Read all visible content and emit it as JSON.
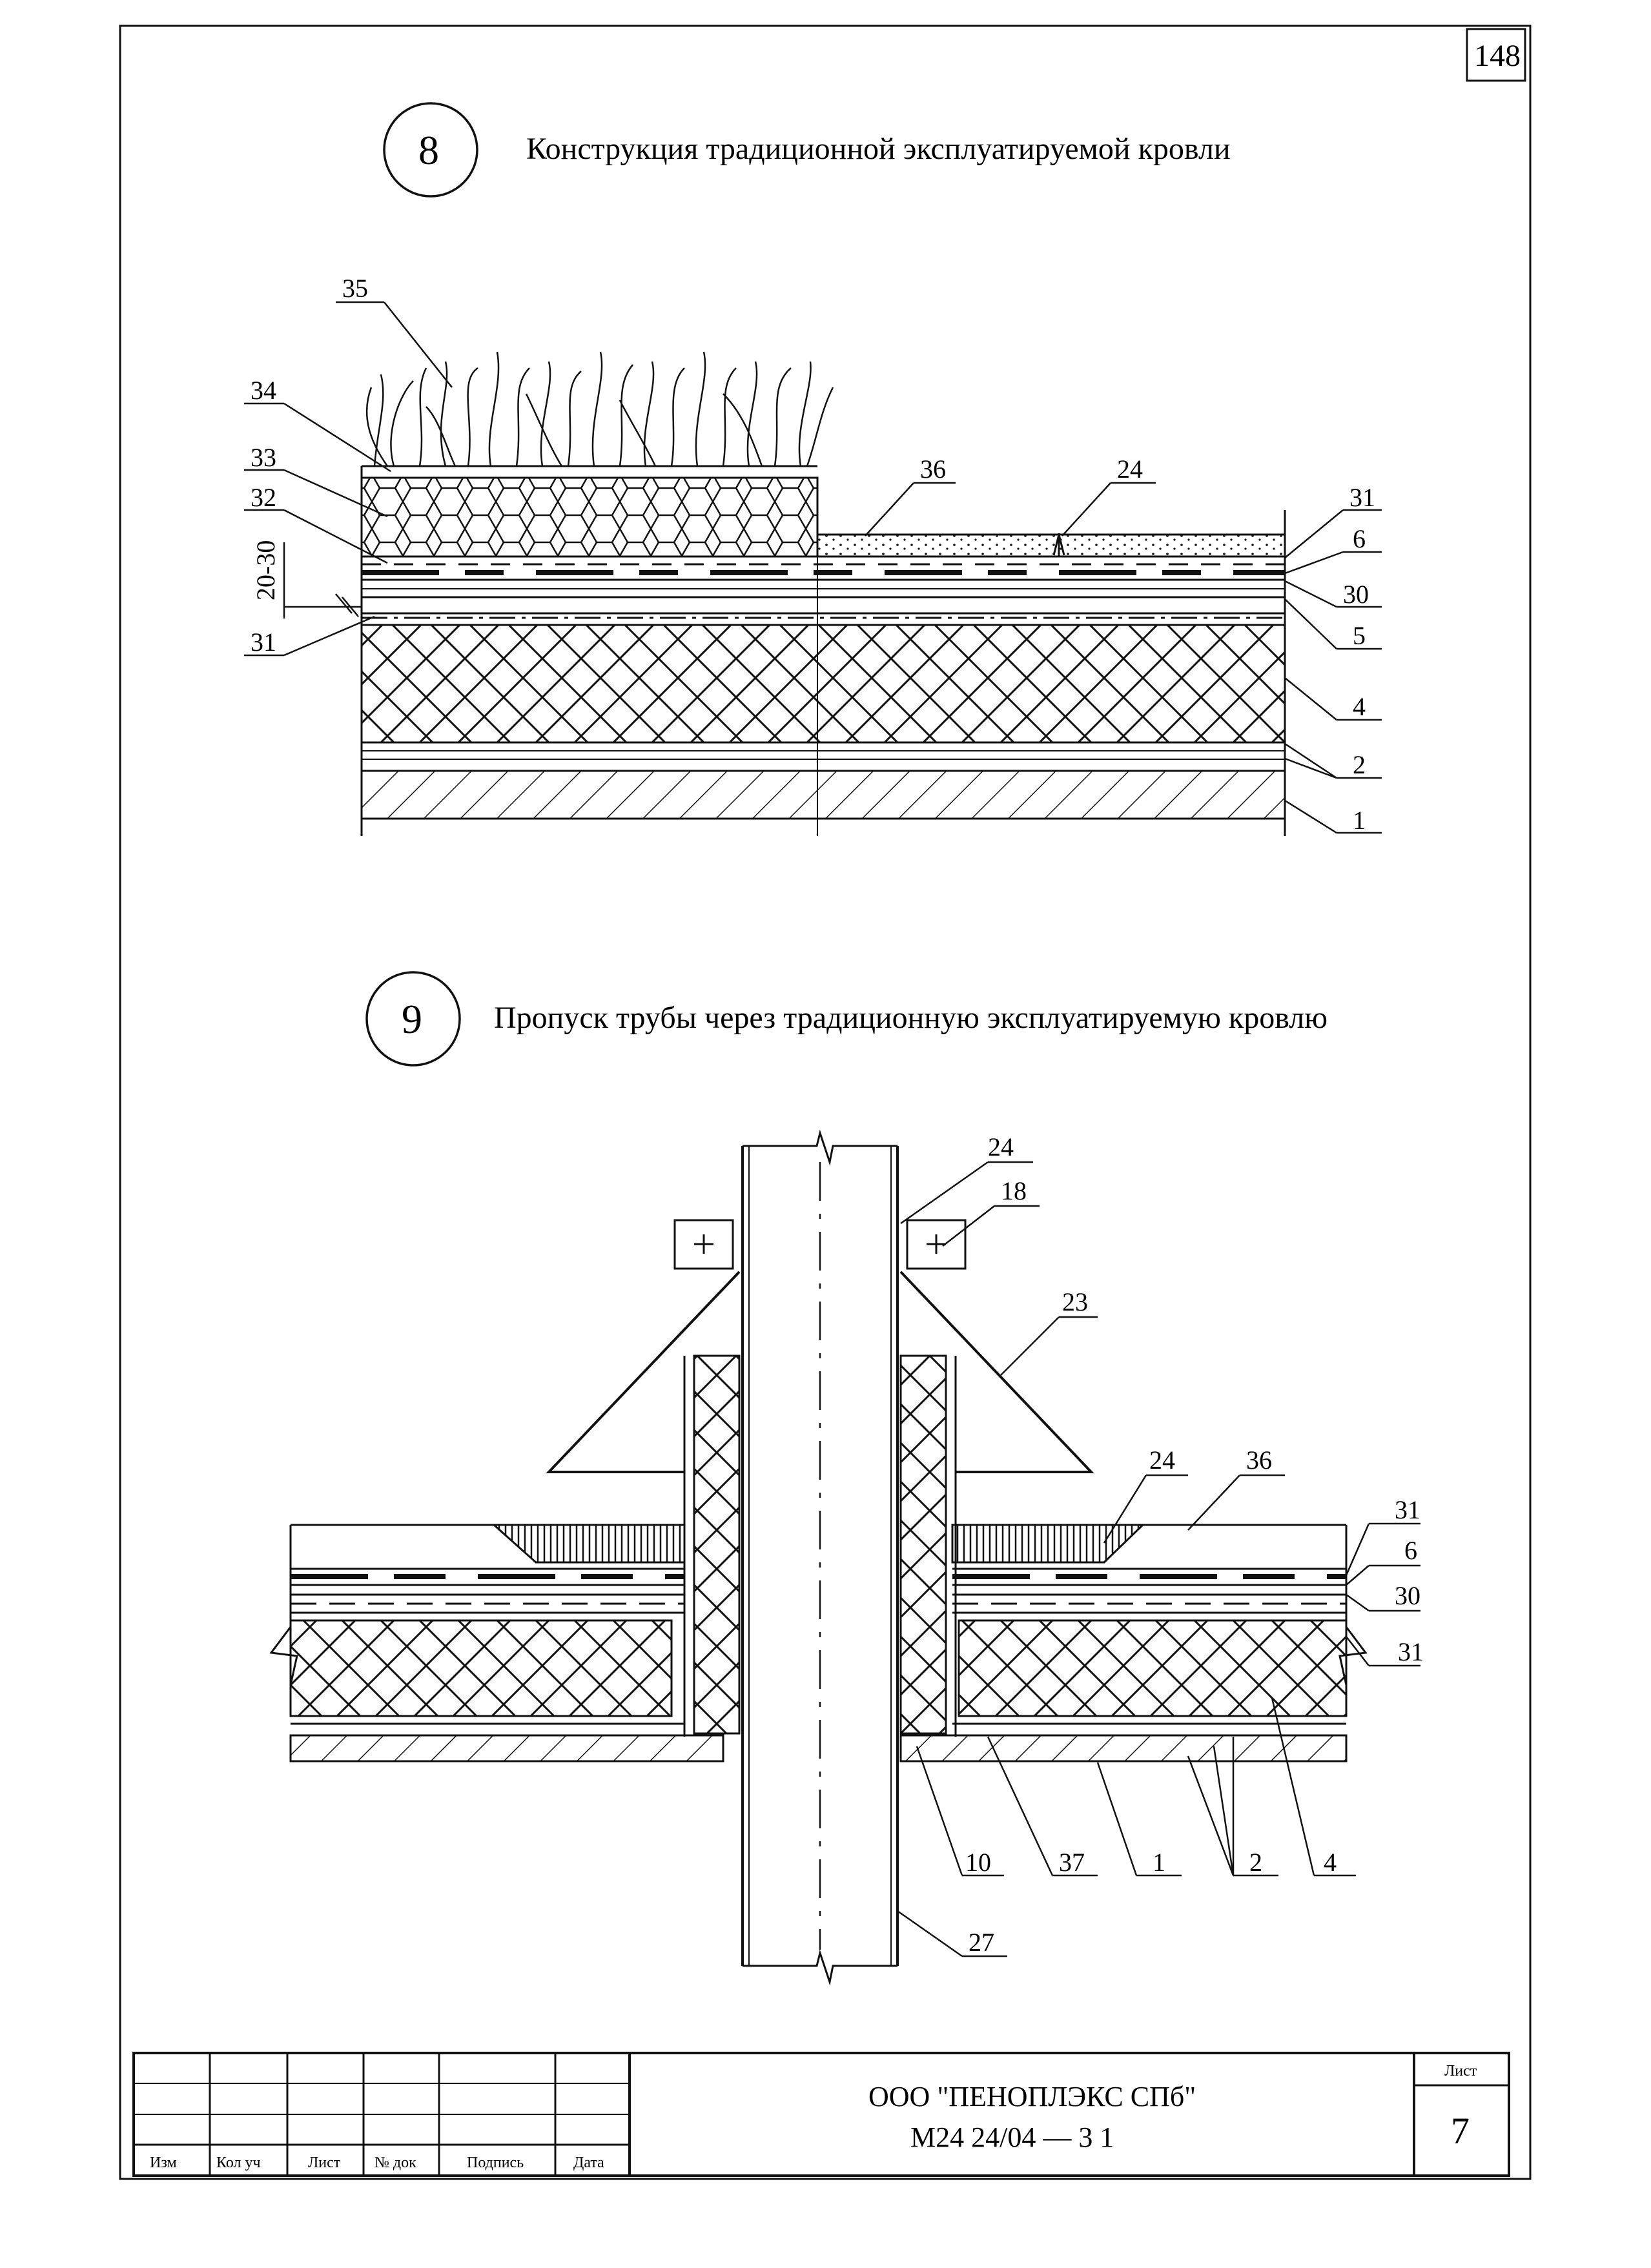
{
  "page_number": "148",
  "detail8": {
    "number": "8",
    "title": "Конструкция традиционной эксплуатируемой кровли",
    "callouts": {
      "c35": "35",
      "c34": "34",
      "c33": "33",
      "c32": "32",
      "c31_left": "31",
      "c36": "36",
      "c24": "24",
      "c31_right": "31",
      "c6": "6",
      "c30": "30",
      "c5": "5",
      "c4": "4",
      "c2": "2",
      "c1": "1"
    },
    "dimension": "20-30"
  },
  "detail9": {
    "number": "9",
    "title": "Пропуск трубы через традиционную эксплуатируемую кровлю",
    "callouts": {
      "c24_top": "24",
      "c18": "18",
      "c23": "23",
      "c24_mid": "24",
      "c36": "36",
      "c31_a": "31",
      "c6": "6",
      "c30": "30",
      "c31_b": "31",
      "c10": "10",
      "c37": "37",
      "c1": "1",
      "c2": "2",
      "c4": "4",
      "c27": "27"
    }
  },
  "stamp": {
    "col_izm": "Изм",
    "col_kol": "Кол уч",
    "col_list": "Лист",
    "col_doc": "№ док",
    "col_sign": "Подпись",
    "col_date": "Дата",
    "company": "ООО \"ПЕНОПЛЭКС СПб\"",
    "code": "М24 24/04 — 3 1",
    "sheet_label": "Лист",
    "sheet_no": "7"
  }
}
